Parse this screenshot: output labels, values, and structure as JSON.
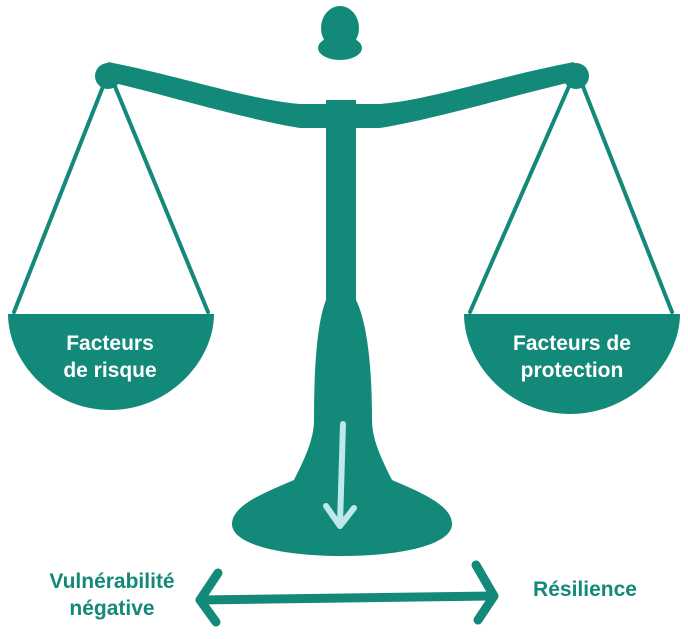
{
  "diagram": {
    "type": "balance-scale",
    "colors": {
      "primary": "#13897a",
      "arrow_light": "#bfe8ea",
      "background": "#ffffff"
    },
    "left_pan": {
      "line1": "Facteurs",
      "line2": "de risque"
    },
    "right_pan": {
      "line1": "Facteurs de",
      "line2": "protection"
    },
    "axis": {
      "left_label_line1": "Vulnérabilité",
      "left_label_line2": "négative",
      "right_label": "Résilience"
    }
  }
}
